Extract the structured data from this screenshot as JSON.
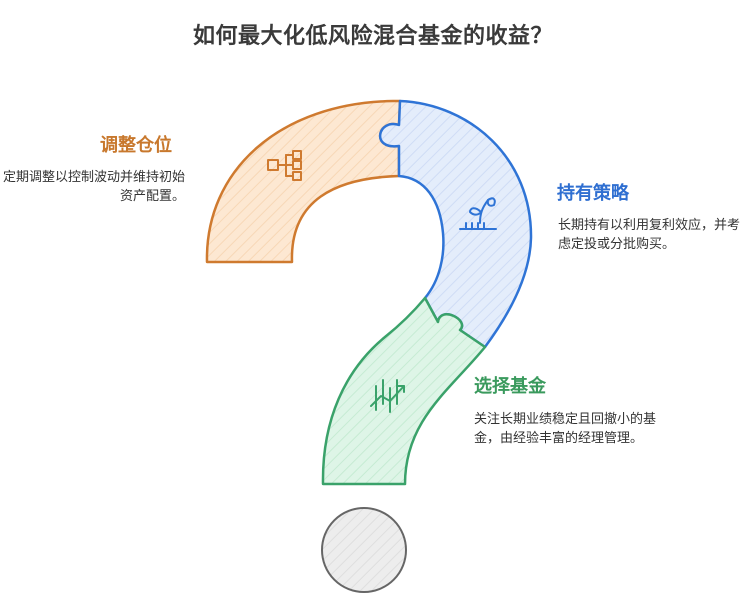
{
  "title": "如何最大化低风险混合基金的收益？",
  "colors": {
    "orange": "#cf7a2f",
    "orange_fill": "#fde8d2",
    "blue": "#2f74d6",
    "blue_fill": "#e3ecfb",
    "green": "#3aa26a",
    "green_fill": "#ddf5e6",
    "gray": "#666666",
    "gray_fill": "#ececec"
  },
  "sections": {
    "adjust": {
      "heading": "调整仓位",
      "description": "定期调整以控制波动并维持初始资产配置。",
      "icon": "hierarchy-icon"
    },
    "hold": {
      "heading": "持有策略",
      "description": "长期持有以利用复利效应，并考虑定投或分批购买。",
      "icon": "sprout-icon"
    },
    "select": {
      "heading": "选择基金",
      "description": "关注长期业绩稳定且回撤小的基金，由经验丰富的经理管理。",
      "icon": "growth-chart-icon"
    }
  }
}
